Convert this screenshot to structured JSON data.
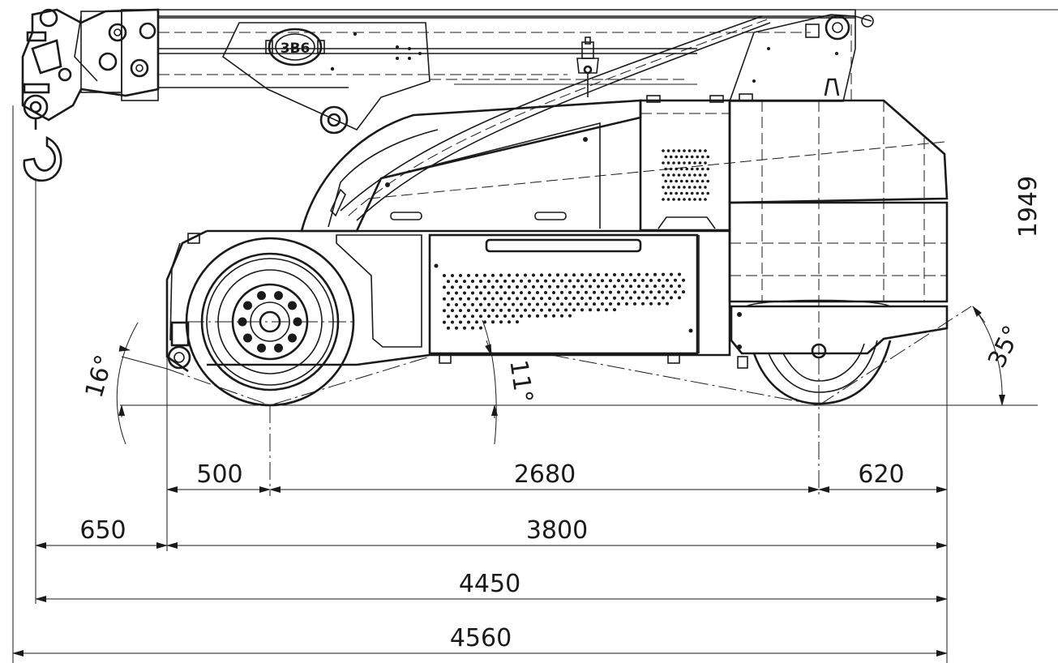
{
  "dimensions": {
    "horizontal": [
      {
        "id": "rear-overhang",
        "label": "500"
      },
      {
        "id": "wheelbase",
        "label": "2680"
      },
      {
        "id": "front-overhang",
        "label": "620"
      },
      {
        "id": "hook-overhang",
        "label": "650"
      },
      {
        "id": "chassis-length",
        "label": "3800"
      },
      {
        "id": "length-to-hook",
        "label": "4450"
      },
      {
        "id": "total-length",
        "label": "4560"
      }
    ],
    "vertical": [
      {
        "id": "total-height",
        "label": "1949"
      }
    ],
    "angles": [
      {
        "id": "rear-approach-angle",
        "label": "16°"
      },
      {
        "id": "ramp-angle",
        "label": "11°"
      },
      {
        "id": "front-departure-angle",
        "label": "35°"
      }
    ]
  },
  "badge": {
    "text": "3B6"
  },
  "colors": {
    "line": "#1a1a1a",
    "background": "#ffffff"
  }
}
